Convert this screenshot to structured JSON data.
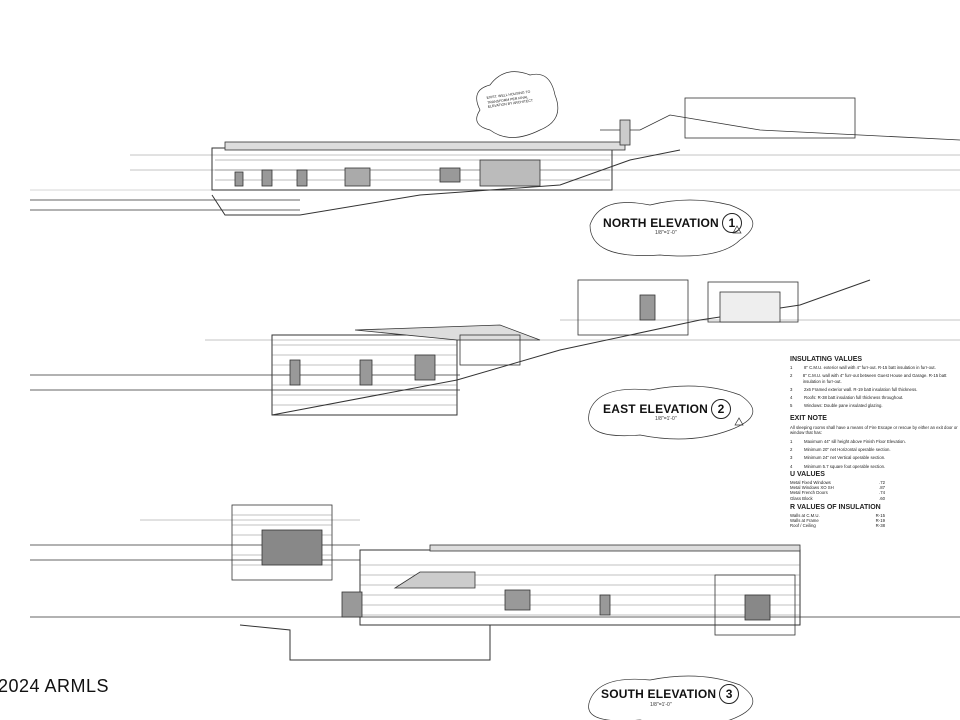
{
  "drawing": {
    "elevations": [
      {
        "title": "NORTH ELEVATION",
        "number": "1",
        "scale": "1/8\"=1'-0\""
      },
      {
        "title": "EAST ELEVATION",
        "number": "2",
        "scale": "1/8\"=1'-0\""
      },
      {
        "title": "SOUTH ELEVATION",
        "number": "3",
        "scale": "1/8\"=1'-0\""
      }
    ],
    "insulating_values": {
      "heading": "INSULATING VALUES",
      "items": [
        {
          "n": "1",
          "text": "8\" C.M.U. exterior wall with 4\" furr-out. R-15 batt insulation in furr-out."
        },
        {
          "n": "2",
          "text": "8\" C.M.U. wall with 4\" furr-out between Guest House and Garage. R-15 batt insulation in furr-out."
        },
        {
          "n": "3",
          "text": "2x6 Framed exterior wall. R-19 batt insulation full thickness."
        },
        {
          "n": "4",
          "text": "Roofs: R-38 batt insulation full thickness throughout."
        },
        {
          "n": "5",
          "text": "Windows: Double pane insulated glazing."
        }
      ]
    },
    "exit_note": {
      "heading": "EXIT NOTE",
      "intro": "All sleeping rooms shall have a means of Fire Escape or rescue by either an exit door or window that has:",
      "items": [
        {
          "n": "1",
          "text": "Maximum 44\" sill height above Finish Floor Elevation."
        },
        {
          "n": "2",
          "text": "Minimum 20\" net Horizontal operable section."
        },
        {
          "n": "3",
          "text": "Minimum 24\" net Vertical operable section."
        },
        {
          "n": "4",
          "text": "Minimum 5.7 square foot operable section."
        }
      ]
    },
    "u_values": {
      "heading": "U VALUES",
      "items": [
        {
          "k": "Metal Fixed Windows",
          "v": ".72"
        },
        {
          "k": "Metal Windows XO SH",
          "v": ".87"
        },
        {
          "k": "Metal French Doors",
          "v": ".74"
        },
        {
          "k": "Glass Block",
          "v": ".60"
        }
      ]
    },
    "r_values": {
      "heading": "R VALUES OF INSULATION",
      "items": [
        {
          "k": "Walls at C.M.U.",
          "v": "R-15"
        },
        {
          "k": "Walls at Frame",
          "v": "R-19"
        },
        {
          "k": "Roof / Ceiling",
          "v": "R-38"
        }
      ]
    },
    "callout_note": "EXIST. WELL HOUSING TO TRANSFORM PER FINAL ELEVATION BY ARCHITECT"
  },
  "watermark": "2024 ARMLS"
}
